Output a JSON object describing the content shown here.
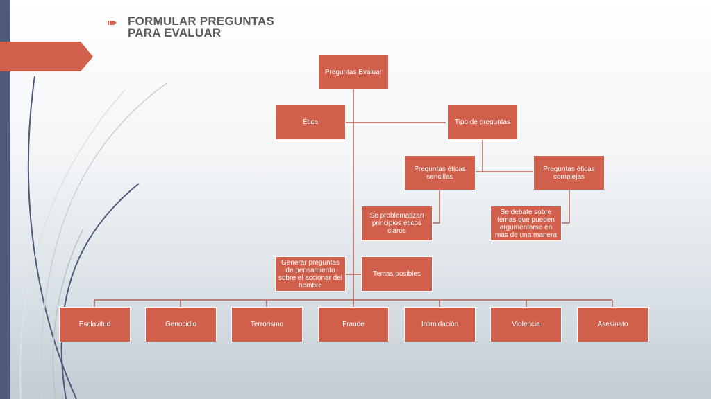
{
  "slide": {
    "title": "FORMULAR PREGUNTAS PARA EVALUAR"
  },
  "colors": {
    "node_fill": "#d0604c",
    "connector": "#a8453a",
    "sidebar": "#4f5a78",
    "title_text": "#5a5a5a"
  },
  "icons": {
    "bullet": "pencil-icon",
    "tab": "arrow-tab-shape"
  },
  "diagram": {
    "root": "Preguntas Evaluar",
    "etica": "Ética",
    "tipo": "Tipo de preguntas",
    "sencillas": "Preguntas éticas sencillas",
    "complejas": "Preguntas éticas complejas",
    "sencillas_desc": "Se problematizan principios éticos claros",
    "complejas_desc": "Se debate sobre temas que pueden argumentarse en más de una manera",
    "generar": "Generar preguntas de pensamiento sobre el accionar del hombre",
    "temas": "Temas posibles",
    "topics": [
      "Esclavitud",
      "Genocidio",
      "Terrorismo",
      "Fraude",
      "Intimidación",
      "Violencia",
      "Asesinato"
    ]
  }
}
